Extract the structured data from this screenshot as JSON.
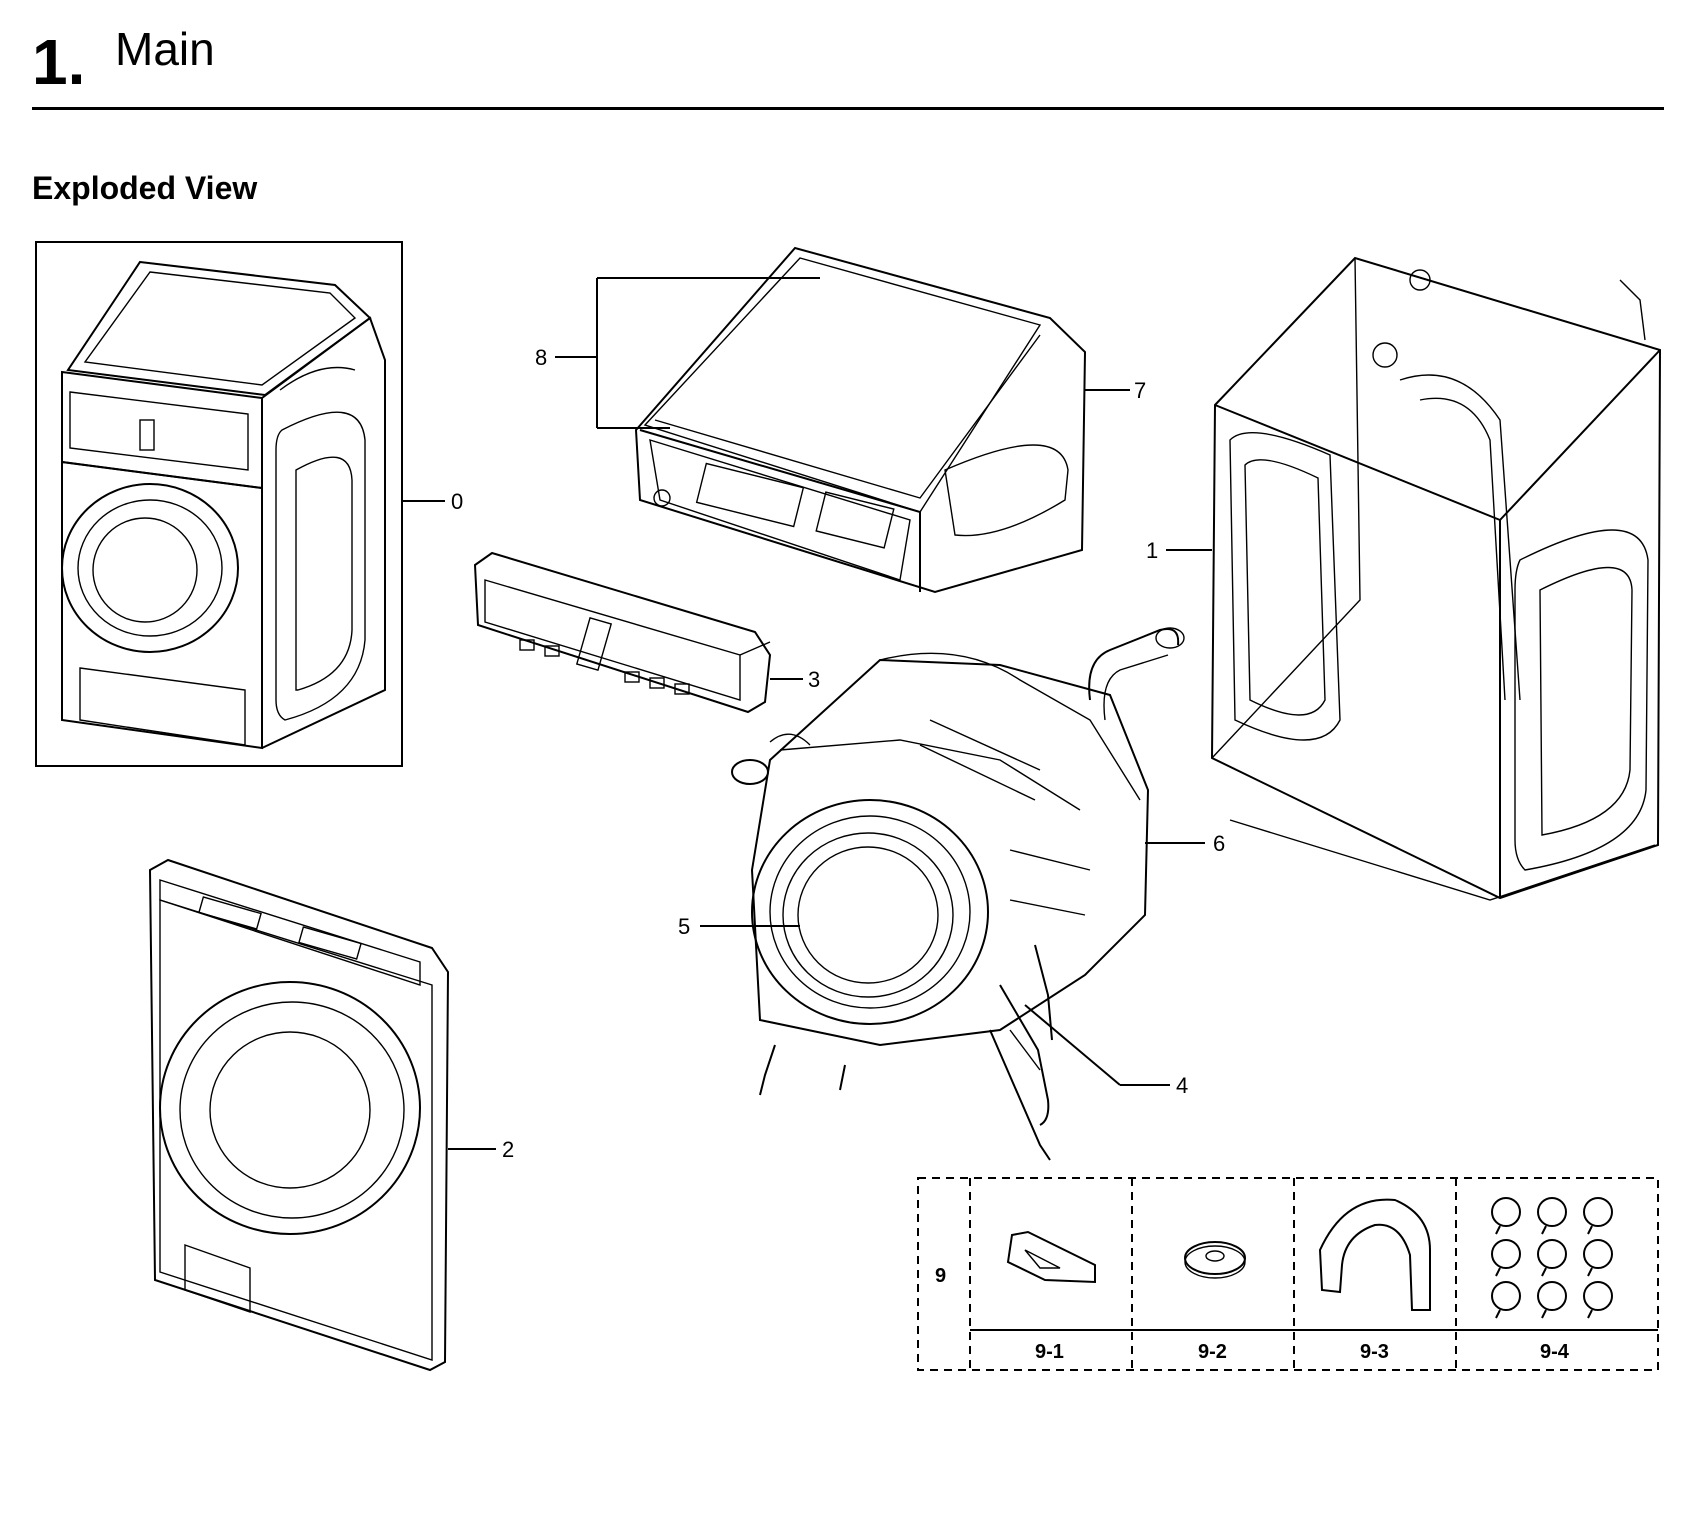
{
  "header": {
    "number": "1.",
    "title": "Main"
  },
  "section_title": "Exploded View",
  "callouts": {
    "c0": "0",
    "c1": "1",
    "c2": "2",
    "c3": "3",
    "c4": "4",
    "c5": "5",
    "c6": "6",
    "c7": "7",
    "c8": "8"
  },
  "kit": {
    "label": "9",
    "items": [
      "9-1",
      "9-2",
      "9-3",
      "9-4"
    ]
  }
}
